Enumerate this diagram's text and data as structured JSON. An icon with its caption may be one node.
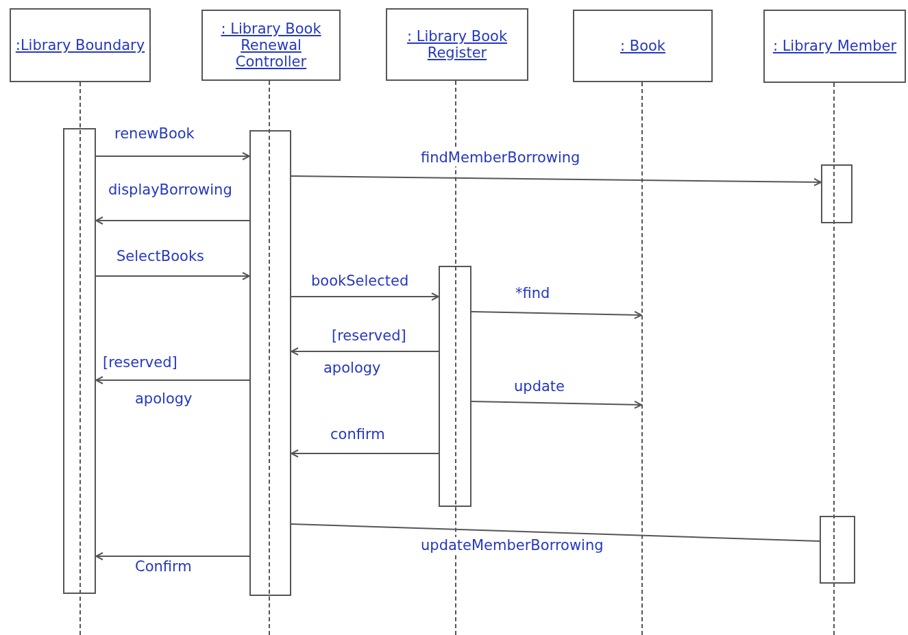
{
  "diagram": {
    "nodes": [
      {
        "text": [
          ":Library Boundary"
        ]
      },
      {
        "text": [
          ": Library Book Renewal Controller"
        ]
      },
      {
        "text": [
          ": Library Book Register"
        ]
      },
      {
        "text": [
          ": Book"
        ]
      },
      {
        "text": [
          ": Library Member"
        ]
      },
      {
        "text": [],
        "shape": "line"
      },
      {
        "text": [],
        "shape": "line"
      },
      {
        "text": [],
        "shape": "line"
      },
      {
        "text": [],
        "shape": "line"
      },
      {
        "text": [],
        "shape": "line"
      },
      {
        "text": [],
        "shape": "bar"
      },
      {
        "text": [],
        "shape": "bar"
      },
      {
        "text": [],
        "shape": "bar"
      },
      {
        "text": [],
        "shape": "bar"
      },
      {
        "text": [],
        "shape": "bar"
      }
    ],
    "edges": [
      {
        "from": 10,
        "to": 11,
        "arrow": "to",
        "label": "renewBook"
      },
      {
        "from": 11,
        "to": 12,
        "arrow": "to",
        "label": "findMemberBorrowing"
      },
      {
        "from": 11,
        "to": 10,
        "arrow": "to",
        "label": "displayBorrowing"
      },
      {
        "from": 10,
        "to": 11,
        "arrow": "to",
        "label": "SelectBooks"
      },
      {
        "from": 11,
        "to": 13,
        "arrow": "to",
        "label": "bookSelected"
      },
      {
        "from": 13,
        "to": 8,
        "arrow": "to",
        "label": "*find"
      },
      {
        "from": 13,
        "to": 11,
        "arrow": "to",
        "label": "[reserved] apology"
      },
      {
        "from": 13,
        "to": 8,
        "arrow": "to",
        "label": "update"
      },
      {
        "from": 11,
        "to": 10,
        "arrow": "to",
        "label": "[reserved] apology"
      },
      {
        "from": 13,
        "to": 11,
        "arrow": "to",
        "label": "confirm"
      },
      {
        "from": 11,
        "to": 14,
        "arrow": "none",
        "label": "updateMemberBorrowing"
      },
      {
        "from": 11,
        "to": 10,
        "arrow": "to",
        "label": "Confirm"
      }
    ]
  }
}
